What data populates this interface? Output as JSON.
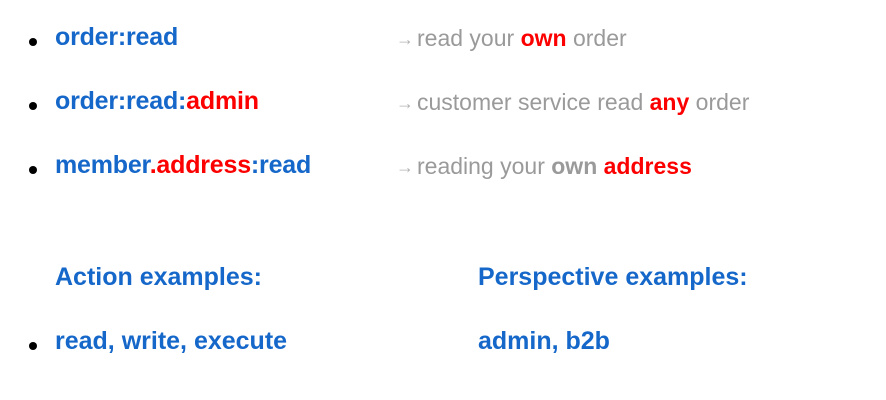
{
  "slide": {
    "background_color": "#ffffff",
    "accent_blue": "#1567c9",
    "accent_red": "#fc0000",
    "muted_grey": "#9a9a9a",
    "bullet_color": "#000000",
    "arrow_glyph": "→"
  },
  "scopes": [
    {
      "name_parts": [
        {
          "text": "order:read",
          "color": "blue"
        }
      ],
      "arrow": "→",
      "desc_parts": [
        {
          "text": "read your ",
          "color": "grey",
          "bold": false
        },
        {
          "text": "own",
          "color": "red",
          "bold": true
        },
        {
          "text": " order",
          "color": "grey",
          "bold": false
        }
      ],
      "name_plain": "order:read",
      "desc_plain": "read your own order"
    },
    {
      "name_parts": [
        {
          "text": "order:read:",
          "color": "blue"
        },
        {
          "text": "admin",
          "color": "red"
        }
      ],
      "arrow": "→",
      "desc_parts": [
        {
          "text": "customer service read ",
          "color": "grey",
          "bold": false
        },
        {
          "text": "any",
          "color": "red",
          "bold": true
        },
        {
          "text": " order",
          "color": "grey",
          "bold": false
        }
      ],
      "name_plain": "order:read:admin",
      "desc_plain": "customer service read any order"
    },
    {
      "name_parts": [
        {
          "text": "member",
          "color": "blue"
        },
        {
          "text": ".address",
          "color": "red"
        },
        {
          "text": ":read",
          "color": "blue"
        }
      ],
      "arrow": "→",
      "desc_parts": [
        {
          "text": "reading your ",
          "color": "grey",
          "bold": false
        },
        {
          "text": "own",
          "color": "grey",
          "bold": true
        },
        {
          "text": " ",
          "color": "grey",
          "bold": false
        },
        {
          "text": "address",
          "color": "red",
          "bold": true
        }
      ],
      "name_plain": "member.address:read",
      "desc_plain": "reading your own address"
    }
  ],
  "examples": {
    "action": {
      "heading": "Action examples:",
      "value": "read, write, execute"
    },
    "perspective": {
      "heading": "Perspective examples:",
      "value": "admin, b2b"
    }
  }
}
